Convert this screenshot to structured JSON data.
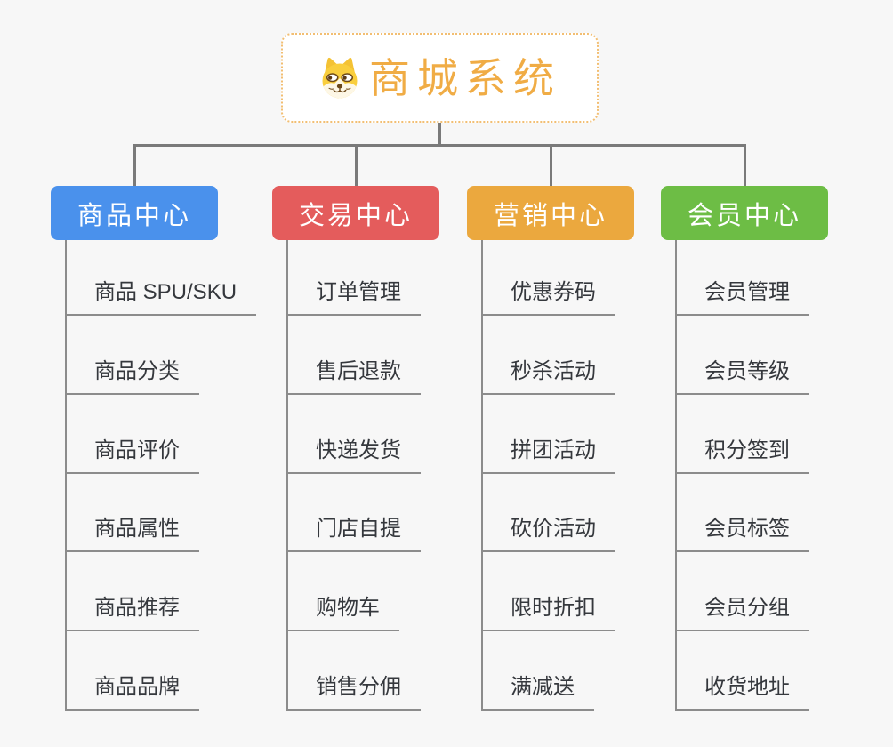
{
  "root": {
    "title": "商城系统",
    "icon": "shiba-dog-icon",
    "title_color": "#f0ac45",
    "border_color": "#f2be72"
  },
  "connector_color": "#7a7a7a",
  "leaf_line_color": "#8c8c8c",
  "background_color": "#f7f7f7",
  "branches": [
    {
      "label": "商品中心",
      "color": "#4a91ec",
      "items": [
        "商品 SPU/SKU",
        "商品分类",
        "商品评价",
        "商品属性",
        "商品推荐",
        "商品品牌"
      ]
    },
    {
      "label": "交易中心",
      "color": "#e45c5c",
      "items": [
        "订单管理",
        "售后退款",
        "快递发货",
        "门店自提",
        "购物车",
        "销售分佣"
      ]
    },
    {
      "label": "营销中心",
      "color": "#eba83e",
      "items": [
        "优惠券码",
        "秒杀活动",
        "拼团活动",
        "砍价活动",
        "限时折扣",
        "满减送"
      ]
    },
    {
      "label": "会员中心",
      "color": "#6dbd45",
      "items": [
        "会员管理",
        "会员等级",
        "积分签到",
        "会员标签",
        "会员分组",
        "收货地址"
      ]
    }
  ]
}
